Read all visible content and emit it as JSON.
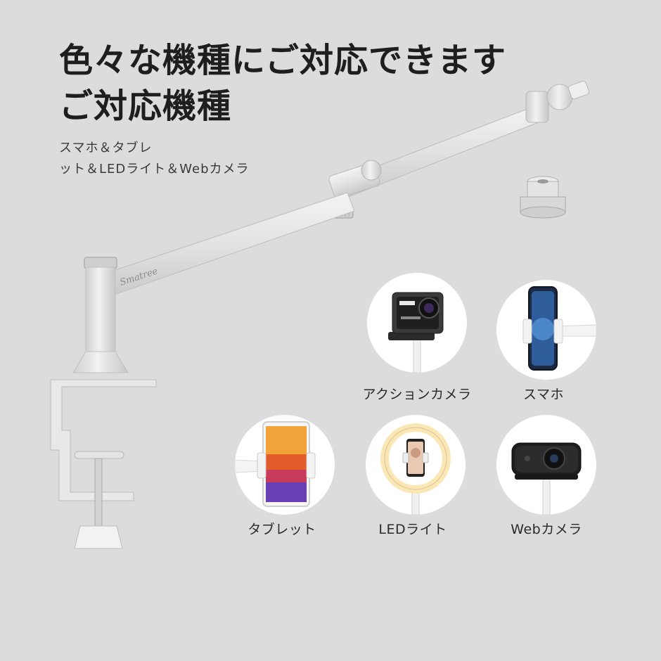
{
  "heading": {
    "line1": "色々な機種にご対応できます",
    "line2": "ご対応機種"
  },
  "subtitle": {
    "line1": "スマホ＆タブレ",
    "line2": "ット＆LEDライト＆Webカメラ"
  },
  "product": {
    "brand": "Smatree",
    "accessory_icon": "thread-adapter-icon"
  },
  "devices": [
    {
      "label": "アクションカメラ",
      "icon": "action-camera-icon"
    },
    {
      "label": "スマホ",
      "icon": "smartphone-icon"
    },
    {
      "label": "タブレット",
      "icon": "tablet-icon"
    },
    {
      "label": "LEDライト",
      "icon": "ring-light-icon"
    },
    {
      "label": "Webカメラ",
      "icon": "webcam-icon"
    }
  ],
  "colors": {
    "background": "#dcdcdc",
    "title": "#1e1e1e",
    "metal": "#e6e6e6",
    "circle": "#ffffff"
  }
}
